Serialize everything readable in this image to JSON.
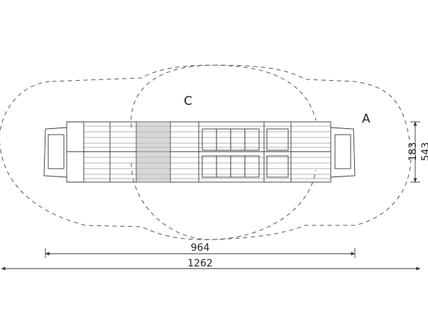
{
  "labels": {
    "zone_c": "C",
    "zone_a": "A"
  },
  "dimensions": {
    "inner_length": "964",
    "overall_length": "1262",
    "inner_width": "183",
    "overall_width": "543"
  }
}
